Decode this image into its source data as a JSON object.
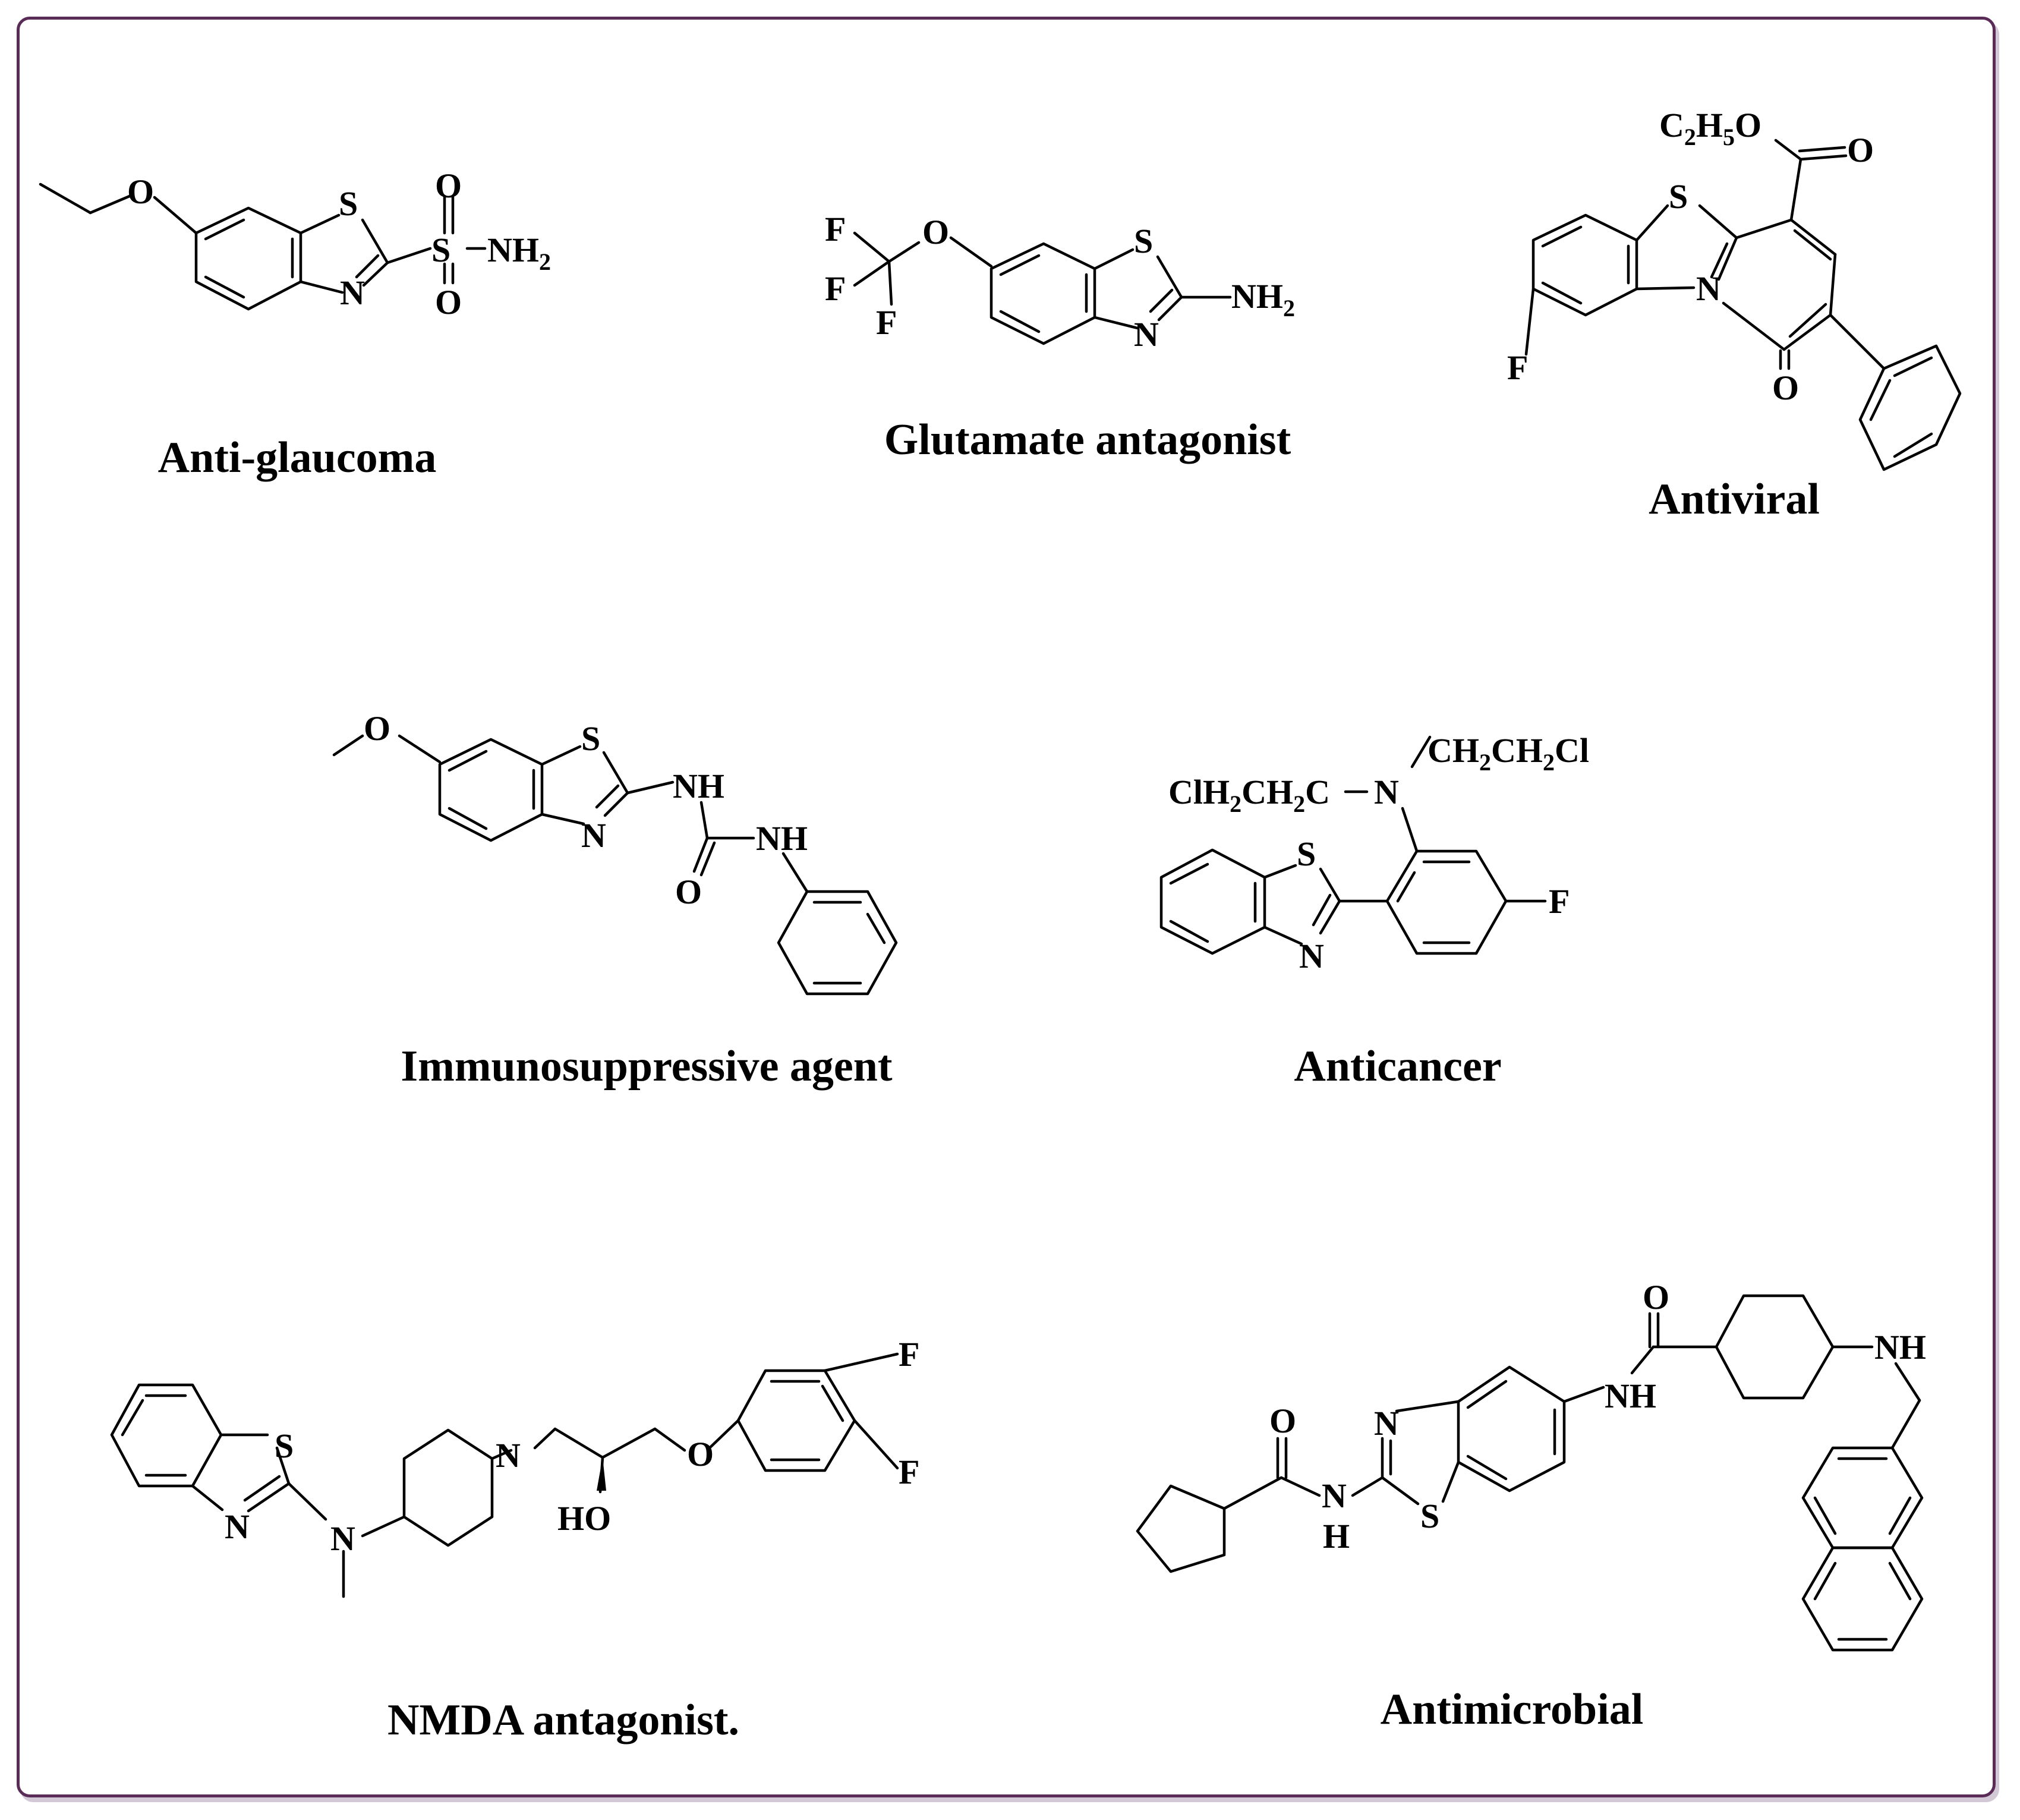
{
  "figure": {
    "frame_color": "#5b2b57",
    "compounds": [
      {
        "caption": "Anti-glaucoma",
        "atoms": {
          "o": "O",
          "s": "S",
          "n": "N",
          "s2": "S",
          "o_top": "O",
          "o_bot": "O",
          "nh2": "NH",
          "nh2_sub": "2"
        }
      },
      {
        "caption": "Glutamate antagonist",
        "atoms": {
          "f1": "F",
          "f2": "F",
          "f3": "F",
          "o": "O",
          "s": "S",
          "n": "N",
          "nh2": "NH",
          "nh2_sub": "2"
        }
      },
      {
        "caption": "Antiviral",
        "atoms": {
          "ester_c": "C",
          "ester_sub1": "2",
          "ester_h": "H",
          "ester_sub2": "5",
          "ester_o": "O",
          "o_carbonyl": "O",
          "s": "S",
          "n": "N",
          "f": "F",
          "o_ring": "O"
        }
      },
      {
        "caption": "Immunosuppressive agent",
        "atoms": {
          "o": "O",
          "s": "S",
          "n": "N",
          "nh1": "NH",
          "nh2": "NH",
          "o_urea": "O"
        }
      },
      {
        "caption": "Anticancer",
        "atoms": {
          "left_group": "ClH",
          "left_sub1": "2",
          "left_mid": "CH",
          "left_sub2": "2",
          "left_end": "C",
          "n": "N",
          "right_group": "CH",
          "right_sub1": "2",
          "right_mid": "CH",
          "right_sub2": "2",
          "right_end": "Cl",
          "s": "S",
          "n_ring": "N",
          "f": "F"
        }
      },
      {
        "caption": "NMDA antagonist.",
        "atoms": {
          "s": "S",
          "n_ring": "N",
          "n_amine": "N",
          "n_pip": "N",
          "ho": "HO",
          "o": "O",
          "f1": "F",
          "f2": "F"
        }
      },
      {
        "caption": "Antimicrobial",
        "atoms": {
          "o_left": "O",
          "nh_left": "N",
          "nh_left_h": "H",
          "s": "S",
          "n": "N",
          "nh_mid": "NH",
          "o_right": "O",
          "nh_right": "NH"
        }
      }
    ]
  }
}
